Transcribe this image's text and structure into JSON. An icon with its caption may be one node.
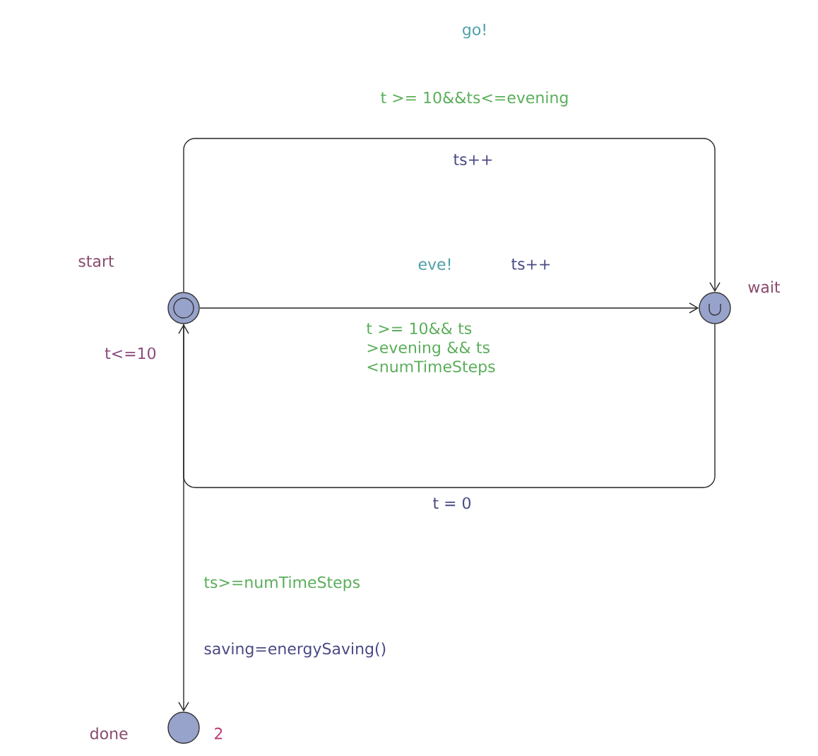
{
  "diagram": {
    "nodes": [
      {
        "text": [],
        "shape": "circle",
        "beside": [
          "start",
          "t<=10"
        ]
      },
      {
        "text": [],
        "shape": "circle",
        "beside": [
          "wait"
        ]
      },
      {
        "text": [],
        "shape": "circle",
        "beside": [
          "done",
          "2"
        ]
      }
    ],
    "edges": [
      {
        "from": 0,
        "to": 1,
        "arrow": "to",
        "label": "ts++"
      },
      {
        "from": 0,
        "to": 1,
        "arrow": "to",
        "label": "eve!"
      },
      {
        "from": 1,
        "to": 0,
        "arrow": "to",
        "label": "t = 0"
      },
      {
        "from": 0,
        "to": 2,
        "arrow": "to",
        "label": "ts>=numTimeSteps"
      }
    ],
    "labels": [
      "go!",
      "t >= 10&&ts<=evening",
      "ts++",
      "t >= 10&& ts >evening && ts <numTimeSteps",
      "saving=energySaving()"
    ]
  }
}
